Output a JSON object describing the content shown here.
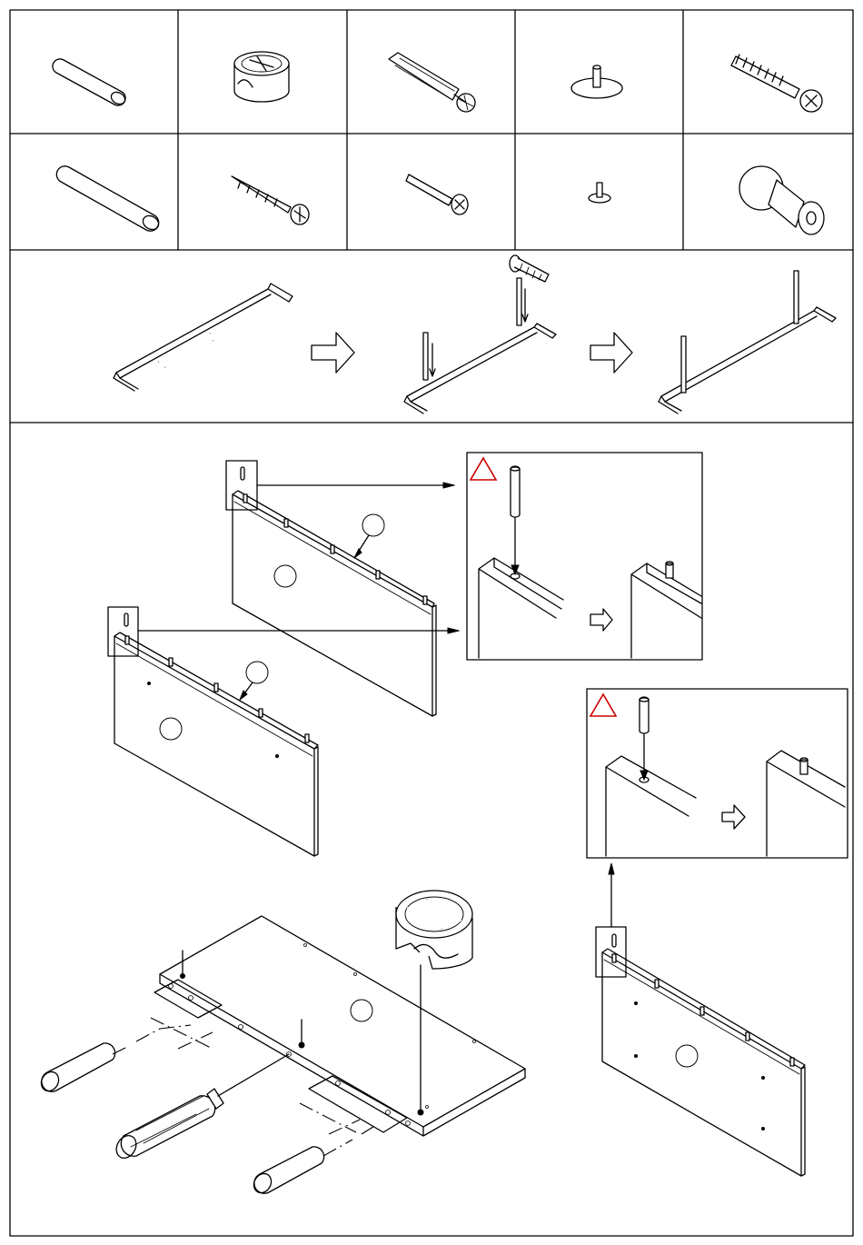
{
  "diagram": {
    "hardware_legend": [
      {
        "name": "dowel-short-icon"
      },
      {
        "name": "cam-lock-icon"
      },
      {
        "name": "screw-with-anchor-icon"
      },
      {
        "name": "glide-pad-icon"
      },
      {
        "name": "cam-bolt-icon"
      },
      {
        "name": "dowel-long-icon"
      },
      {
        "name": "wood-screw-icon"
      },
      {
        "name": "machine-screw-icon"
      },
      {
        "name": "small-glide-icon"
      },
      {
        "name": "knob-icon"
      }
    ],
    "step1": {
      "description_icons": [
        "frame-parts",
        "arrow-right",
        "frame-with-posts",
        "arrow-right",
        "frame-complete"
      ]
    },
    "warning_colors": {
      "warning": "#cc0000",
      "line": "#000000"
    },
    "part_callouts": [
      "",
      "",
      "",
      "",
      "",
      "",
      ""
    ]
  }
}
